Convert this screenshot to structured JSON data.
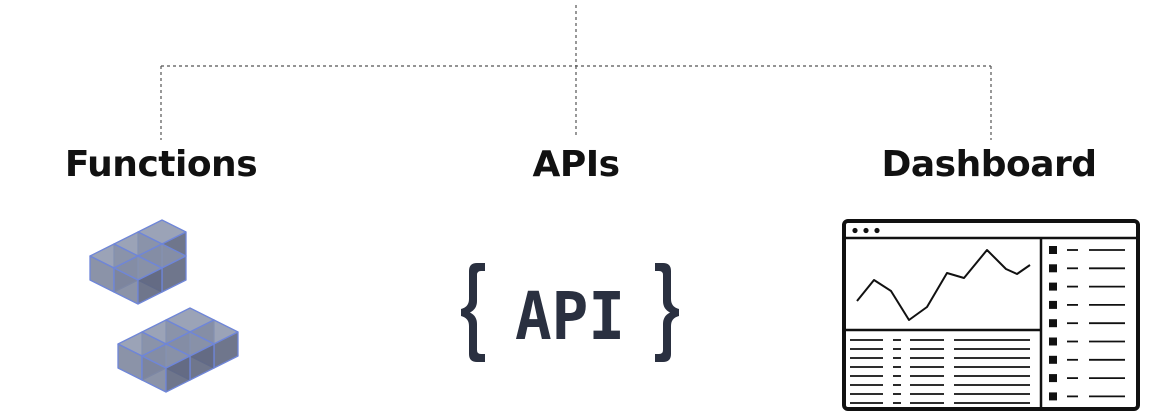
{
  "nodes": [
    {
      "label": "Functions",
      "icon": "cubes-icon"
    },
    {
      "label": "APIs",
      "icon": "api-braces-icon"
    },
    {
      "label": "Dashboard",
      "icon": "dashboard-window-icon"
    }
  ],
  "api_icon_text": "API",
  "colors": {
    "text": "#111111",
    "connector": "#555555",
    "cube_fill": "#8a93aa",
    "cube_stroke": "#6f86d8",
    "api_icon": "#2a3040",
    "dashboard_stroke": "#111111"
  }
}
